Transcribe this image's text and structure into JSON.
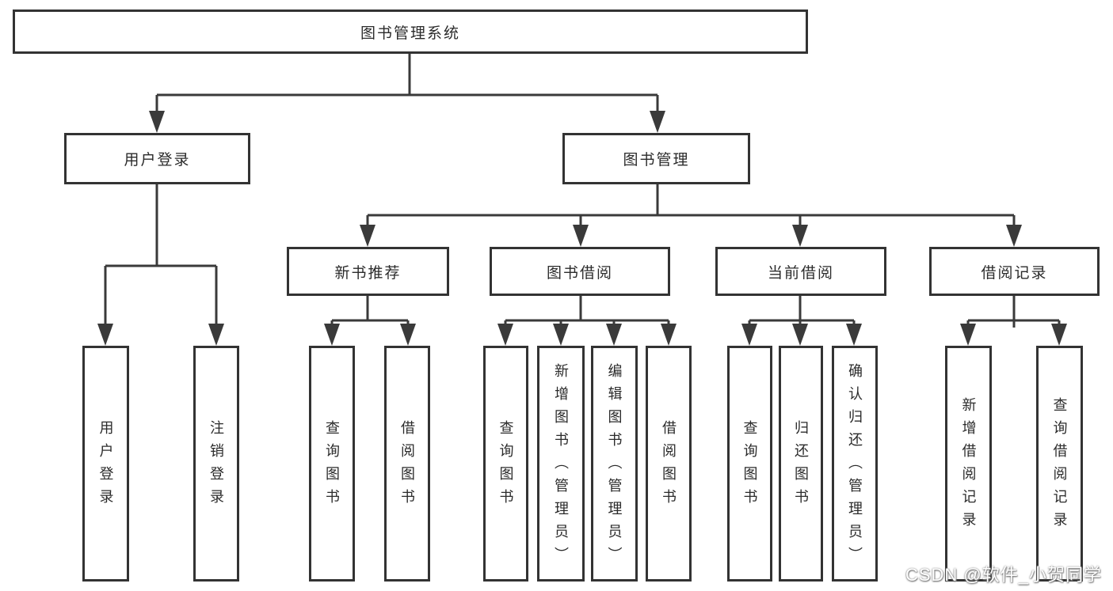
{
  "tree": {
    "label": "图书管理系统",
    "children": [
      {
        "label": "用户登录",
        "children": [
          {
            "label": "用户登录"
          },
          {
            "label": "注销登录"
          }
        ]
      },
      {
        "label": "图书管理",
        "children": [
          {
            "label": "新书推荐",
            "children": [
              {
                "label": "查询图书"
              },
              {
                "label": "借阅图书"
              }
            ]
          },
          {
            "label": "图书借阅",
            "children": [
              {
                "label": "查询图书"
              },
              {
                "label": "新增图书（管理员）"
              },
              {
                "label": "编辑图书（管理员）"
              },
              {
                "label": "借阅图书"
              }
            ]
          },
          {
            "label": "当前借阅",
            "children": [
              {
                "label": "查询图书"
              },
              {
                "label": "归还图书"
              },
              {
                "label": "确认归还（管理员）"
              }
            ]
          },
          {
            "label": "借阅记录",
            "children": [
              {
                "label": "新增借阅记录"
              },
              {
                "label": "查询借阅记录"
              }
            ]
          }
        ]
      }
    ]
  },
  "watermark": {
    "text": "CSDN @软件_小贺同学"
  },
  "colors": {
    "line": "#3a3a3a",
    "box_border": "#333333",
    "box_fill": "#ffffff",
    "text": "#2b2b2b",
    "background": "#ffffff",
    "watermark_text": "#ffffff"
  }
}
